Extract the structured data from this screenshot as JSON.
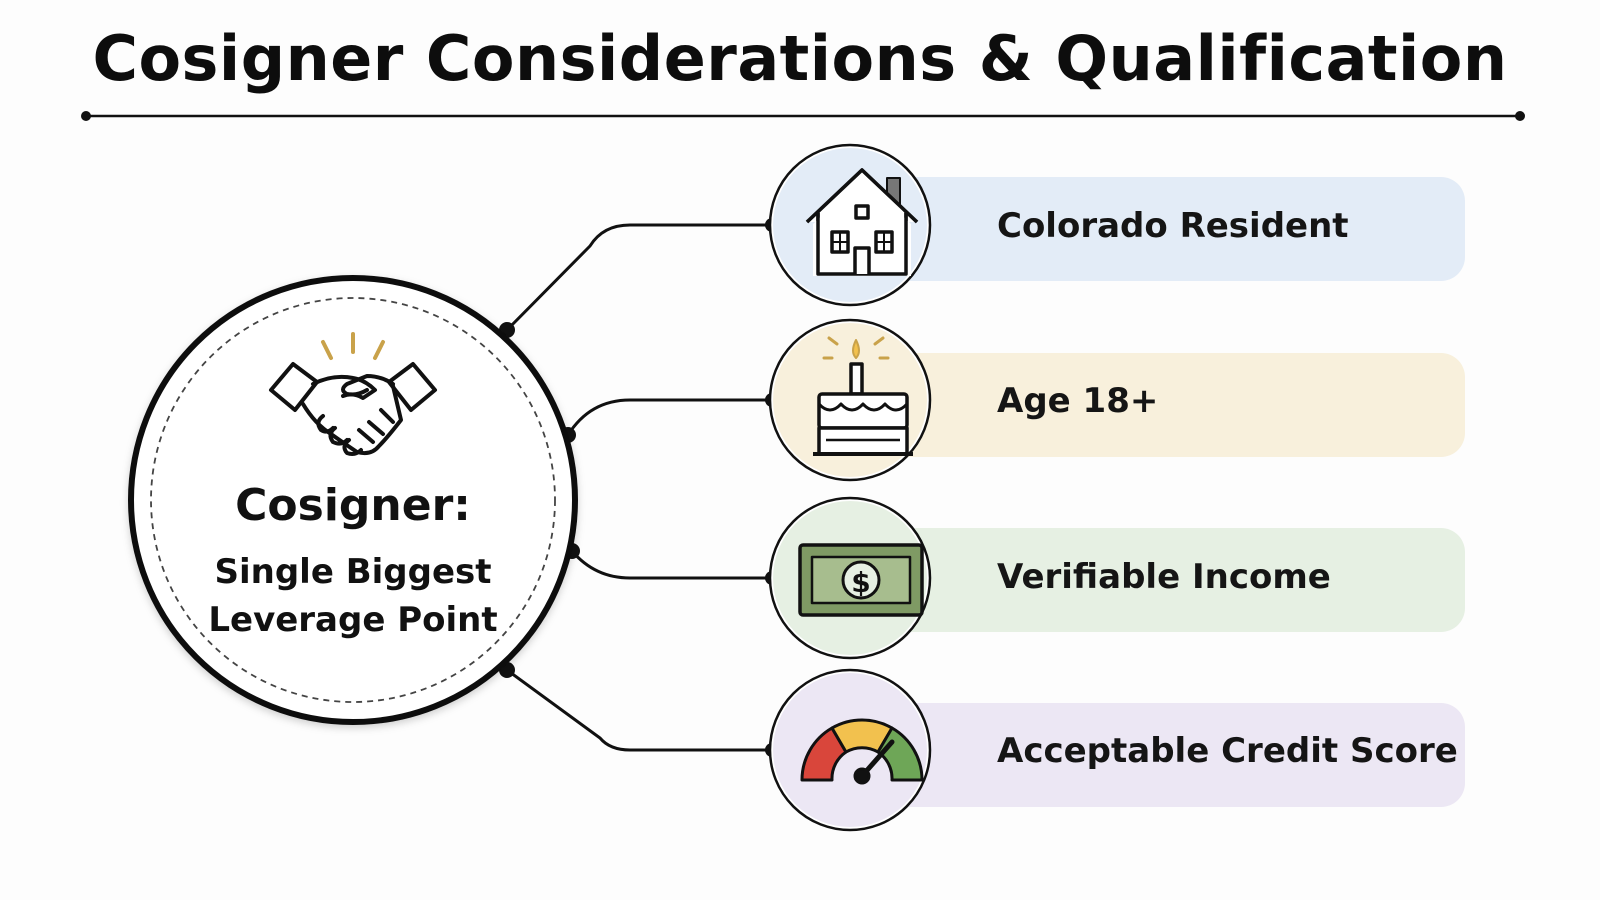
{
  "title": "Cosigner Considerations & Qualification",
  "hub": {
    "heading": "Cosigner:",
    "subheading_line1": "Single Biggest",
    "subheading_line2": "Leverage Point",
    "icon": "handshake-icon"
  },
  "requirements": [
    {
      "label": "Colorado Resident",
      "icon": "house-icon",
      "color": "#e3ecf7"
    },
    {
      "label": "Age 18+",
      "icon": "birthday-cake-icon",
      "color": "#f8f0dc"
    },
    {
      "label": "Verifiable Income",
      "icon": "dollar-bill-icon",
      "color": "#e6f0e3"
    },
    {
      "label": "Acceptable Credit Score",
      "icon": "credit-gauge-icon",
      "color": "#ece7f4"
    }
  ],
  "colors": {
    "line": "#111111",
    "money_green": "#7f9a64",
    "sparkle_gold": "#c9a24a",
    "gauge_red": "#d9463b",
    "gauge_yellow": "#f2c14e",
    "gauge_green": "#6ea657"
  }
}
